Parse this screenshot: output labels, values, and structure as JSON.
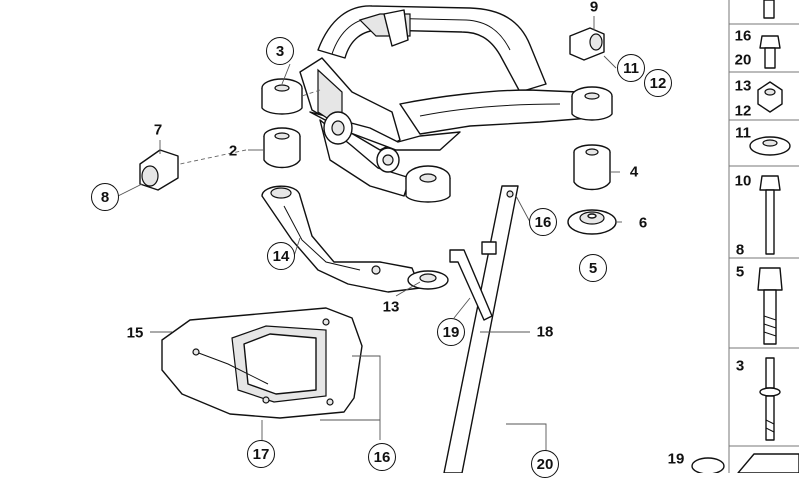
{
  "callouts": [
    {
      "id": "c3",
      "text": "3"
    },
    {
      "id": "c7",
      "text": "7"
    },
    {
      "id": "c2",
      "text": "2"
    },
    {
      "id": "c8",
      "text": "8"
    },
    {
      "id": "c9",
      "text": "9"
    },
    {
      "id": "c11",
      "text": "11"
    },
    {
      "id": "c12",
      "text": "12"
    },
    {
      "id": "c4",
      "text": "4"
    },
    {
      "id": "c6",
      "text": "6"
    },
    {
      "id": "c5",
      "text": "5"
    },
    {
      "id": "c16a",
      "text": "16"
    },
    {
      "id": "c14",
      "text": "14"
    },
    {
      "id": "c13",
      "text": "13"
    },
    {
      "id": "c15",
      "text": "15"
    },
    {
      "id": "c19",
      "text": "19"
    },
    {
      "id": "c18",
      "text": "18"
    },
    {
      "id": "c17",
      "text": "17"
    },
    {
      "id": "c16b",
      "text": "16"
    },
    {
      "id": "c20",
      "text": "20"
    }
  ],
  "sidebar": [
    {
      "id": "s16",
      "text": "16"
    },
    {
      "id": "s20",
      "text": "20"
    },
    {
      "id": "s13",
      "text": "13"
    },
    {
      "id": "s12",
      "text": "12"
    },
    {
      "id": "s11",
      "text": "11"
    },
    {
      "id": "s10",
      "text": "10"
    },
    {
      "id": "s8",
      "text": "8"
    },
    {
      "id": "s5",
      "text": "5"
    },
    {
      "id": "s3",
      "text": "3"
    },
    {
      "id": "s19",
      "text": "19"
    }
  ]
}
